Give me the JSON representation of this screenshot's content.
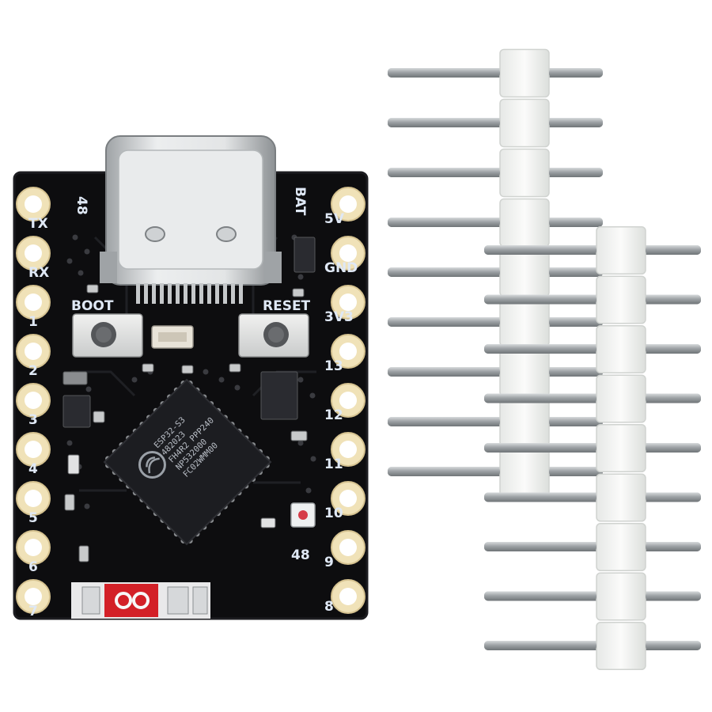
{
  "board": {
    "module_marking": [
      "ESP32-S3",
      "482023",
      "FH4R2 PPP240",
      "NP532000",
      "FC02WMM00"
    ],
    "left_pins": [
      "TX",
      "RX",
      "1",
      "2",
      "3",
      "4",
      "5",
      "6",
      "7"
    ],
    "right_pins": [
      "5V",
      "GND",
      "3V3",
      "13",
      "12",
      "11",
      "10",
      "9",
      "8"
    ],
    "top_left_label": "48",
    "top_right_label": "BAT",
    "boot_label": "BOOT",
    "reset_label": "RESET",
    "led_label": "48",
    "colors": {
      "pcb": "#0d0d0f",
      "silkscreen": "#dfe8f5",
      "solder_pad": "#f0e2b8",
      "header_plastic": "#f4f5f3",
      "header_pin": "#a9adb0",
      "jumper": "#d32027"
    }
  },
  "headers": [
    {
      "name": "pin-header-short",
      "pin_count": 9
    },
    {
      "name": "pin-header-long",
      "pin_count": 9
    }
  ]
}
